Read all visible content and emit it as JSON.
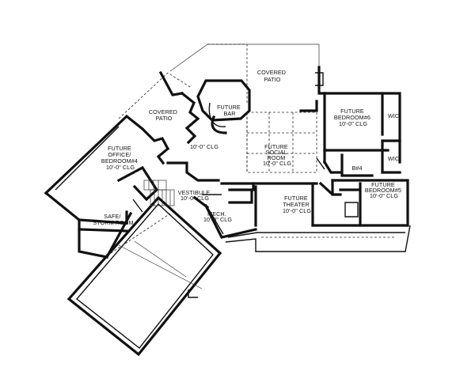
{
  "rooms": {
    "covered_patio_top": [
      "COVERED",
      "PATIO"
    ],
    "covered_patio_left": [
      "COVERED",
      "PATIO"
    ],
    "future_bar": [
      "FUTURE",
      "BAR"
    ],
    "main_clg": [
      "10'-0\" CLG"
    ],
    "future_social_room": [
      "FUTURE",
      "SOCIAL",
      "ROOM",
      "10'-0\" CLG"
    ],
    "future_bedroom_6": [
      "FUTURE",
      "BEDROOM#6",
      "10'-0\" CLG"
    ],
    "wic_top": [
      "WIC"
    ],
    "wic_bottom": [
      "WIC"
    ],
    "bath_4": [
      "B#4"
    ],
    "future_office_bedroom_4": [
      "FUTURE",
      "OFFICE/",
      "BEDROOM#4",
      "10'-0\" CLG"
    ],
    "vestibule": [
      "VESTIBULE",
      "10'-0\" CLG"
    ],
    "mech": [
      "MECH.",
      "10'-0\" CLG"
    ],
    "future_theater": [
      "FUTURE",
      "THEATER",
      "10'-0\" CLG"
    ],
    "future_bedroom_5": [
      "FUTURE",
      "BEDROOM#5",
      "10'-0\" CLG"
    ],
    "safe_storm_room": [
      "SAFE/",
      "STORM ROOM"
    ]
  }
}
